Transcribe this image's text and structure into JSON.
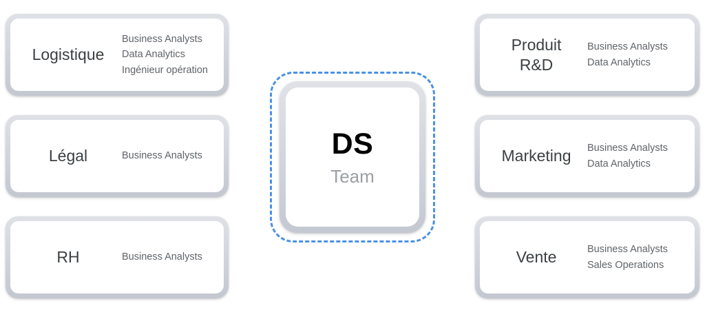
{
  "hub": {
    "title": "DS",
    "subtitle": "Team",
    "accent_color": "#4a90e8",
    "border_style": "dashed"
  },
  "colors": {
    "background": "#ffffff",
    "card_frame": "#d3d6dd",
    "card_face": "#ffffff",
    "dept_name_text": "#3c4043",
    "role_text": "#5f6368",
    "hub_title_text": "#000000",
    "hub_subtitle_text": "#9aa0a6",
    "accent_blue": "#4a90e8"
  },
  "left_column": [
    {
      "name": "Logistique",
      "roles": [
        "Business Analysts",
        "Data Analytics",
        "Ingénieur opération"
      ]
    },
    {
      "name": "Légal",
      "roles": [
        "Business Analysts"
      ]
    },
    {
      "name": "RH",
      "roles": [
        "Business Analysts"
      ]
    }
  ],
  "right_column": [
    {
      "name": "Produit\nR&D",
      "roles": [
        "Business Analysts",
        "Data Analytics"
      ]
    },
    {
      "name": "Marketing",
      "roles": [
        "Business Analysts",
        "Data Analytics"
      ]
    },
    {
      "name": "Vente",
      "roles": [
        "Business Analysts",
        "Sales Operations"
      ]
    }
  ]
}
